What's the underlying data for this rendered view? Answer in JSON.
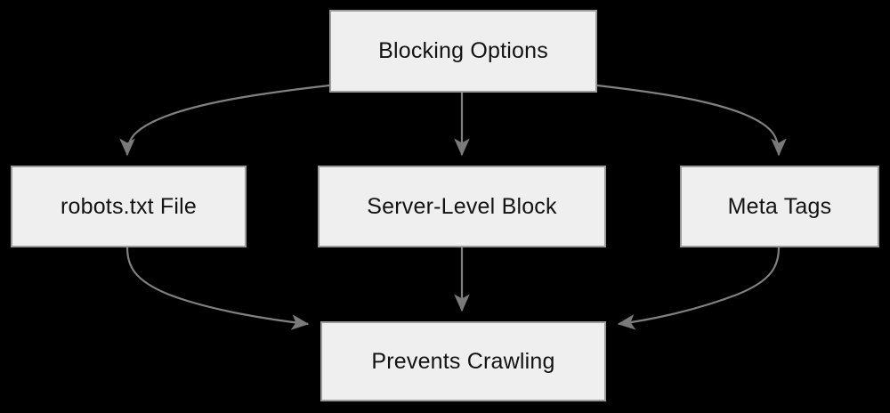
{
  "diagram": {
    "title": "Blocking Options",
    "type": "flowchart",
    "background_color": "#000000",
    "node_fill_color": "#efefef",
    "node_border_color": "#9b9b9b",
    "node_text_color": "#131313",
    "edge_color": "#808080",
    "nodes": [
      {
        "id": "blocking-options",
        "label": "Blocking Options"
      },
      {
        "id": "robots-txt",
        "label": "robots.txt File"
      },
      {
        "id": "server-level",
        "label": "Server-Level Block"
      },
      {
        "id": "meta-tags",
        "label": "Meta Tags"
      },
      {
        "id": "prevents-crawling",
        "label": "Prevents Crawling"
      }
    ],
    "edges": [
      {
        "from": "blocking-options",
        "to": "robots-txt",
        "style": "curved",
        "arrow": "end"
      },
      {
        "from": "blocking-options",
        "to": "server-level",
        "style": "straight",
        "arrow": "end"
      },
      {
        "from": "blocking-options",
        "to": "meta-tags",
        "style": "curved",
        "arrow": "end"
      },
      {
        "from": "robots-txt",
        "to": "prevents-crawling",
        "style": "curved",
        "arrow": "end"
      },
      {
        "from": "server-level",
        "to": "prevents-crawling",
        "style": "straight",
        "arrow": "end"
      },
      {
        "from": "meta-tags",
        "to": "prevents-crawling",
        "style": "curved",
        "arrow": "end"
      }
    ]
  }
}
